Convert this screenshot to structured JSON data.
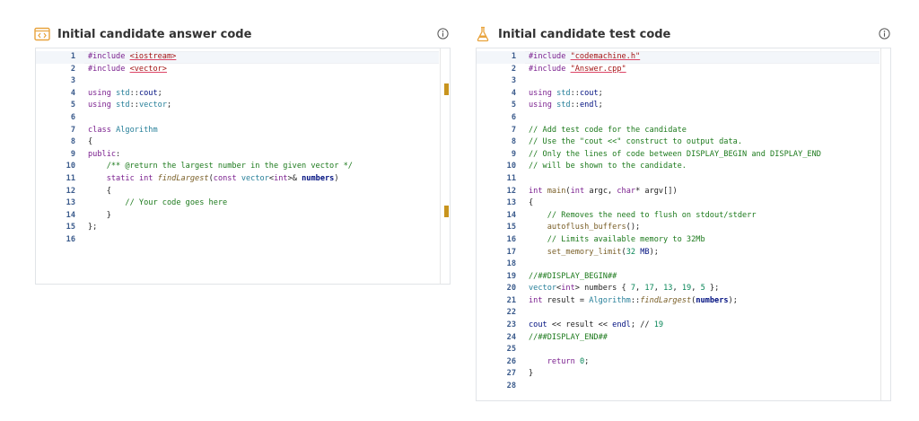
{
  "left_panel": {
    "title": "Initial candidate answer code",
    "icon": "code-window-icon",
    "lines": [
      {
        "n": "1",
        "code": "#include <iostream>"
      },
      {
        "n": "2",
        "code": "#include <vector>"
      },
      {
        "n": "3",
        "code": ""
      },
      {
        "n": "4",
        "code": "using std::cout;"
      },
      {
        "n": "5",
        "code": "using std::vector;"
      },
      {
        "n": "6",
        "code": ""
      },
      {
        "n": "7",
        "code": "class Algorithm"
      },
      {
        "n": "8",
        "code": "{"
      },
      {
        "n": "9",
        "code": "public:"
      },
      {
        "n": "10",
        "code": "    /** @return the largest number in the given vector */"
      },
      {
        "n": "11",
        "code": "    static int findLargest(const vector<int>& numbers)"
      },
      {
        "n": "12",
        "code": "    {"
      },
      {
        "n": "13",
        "code": "        // Your code goes here"
      },
      {
        "n": "14",
        "code": "    }"
      },
      {
        "n": "15",
        "code": "};"
      },
      {
        "n": "16",
        "code": ""
      }
    ]
  },
  "right_panel": {
    "title": "Initial candidate test code",
    "icon": "flask-icon",
    "lines": [
      {
        "n": "1",
        "code": "#include \"codemachine.h\""
      },
      {
        "n": "2",
        "code": "#include \"Answer.cpp\""
      },
      {
        "n": "3",
        "code": ""
      },
      {
        "n": "4",
        "code": "using std::cout;"
      },
      {
        "n": "5",
        "code": "using std::endl;"
      },
      {
        "n": "6",
        "code": ""
      },
      {
        "n": "7",
        "code": "// Add test code for the candidate"
      },
      {
        "n": "8",
        "code": "// Use the \"cout <<\" construct to output data."
      },
      {
        "n": "9",
        "code": "// Only the lines of code between DISPLAY_BEGIN and DISPLAY_END"
      },
      {
        "n": "10",
        "code": "// will be shown to the candidate."
      },
      {
        "n": "11",
        "code": ""
      },
      {
        "n": "12",
        "code": "int main(int argc, char* argv[])"
      },
      {
        "n": "13",
        "code": "{"
      },
      {
        "n": "14",
        "code": "    // Removes the need to flush on stdout/stderr"
      },
      {
        "n": "15",
        "code": "    autoflush_buffers();"
      },
      {
        "n": "16",
        "code": "    // Limits available memory to 32Mb"
      },
      {
        "n": "17",
        "code": "    set_memory_limit(32 MB);"
      },
      {
        "n": "18",
        "code": ""
      },
      {
        "n": "19",
        "code": "//##DISPLAY_BEGIN##"
      },
      {
        "n": "20",
        "code": "vector<int> numbers { 7, 17, 13, 19, 5 };"
      },
      {
        "n": "21",
        "code": "int result = Algorithm::findLargest(numbers);"
      },
      {
        "n": "22",
        "code": ""
      },
      {
        "n": "23",
        "code": "cout << result << endl; // 19"
      },
      {
        "n": "24",
        "code": "//##DISPLAY_END##"
      },
      {
        "n": "25",
        "code": ""
      },
      {
        "n": "26",
        "code": "    return 0;"
      },
      {
        "n": "27",
        "code": "}"
      },
      {
        "n": "28",
        "code": ""
      }
    ]
  },
  "info_icon": "info-icon",
  "colors": {
    "accent_orange": "#e8a33d",
    "marker": "#c8941e",
    "line_number": "#3b5b8c"
  }
}
